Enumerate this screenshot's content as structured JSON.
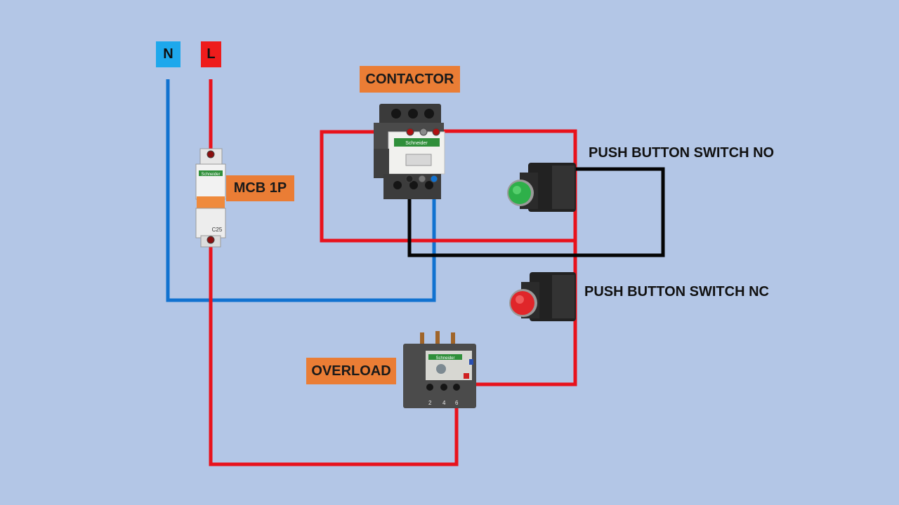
{
  "supply": {
    "neutral": "N",
    "line": "L"
  },
  "labels": {
    "mcb": "MCB 1P",
    "contactor": "CONTACTOR",
    "overload": "OVERLOAD",
    "push_no": "PUSH BUTTON SWITCH NO",
    "push_nc": "PUSH BUTTON SWITCH NC"
  },
  "device_markings": {
    "mcb_brand": "Schneider",
    "mcb_rating": "C25",
    "contactor_brand": "Schneider",
    "overload_brand": "Schneider",
    "overload_terminals": [
      "2",
      "4",
      "6"
    ]
  },
  "colors": {
    "background": "#b3c6e6",
    "live_wire": "#e8121c",
    "neutral_wire": "#1172d0",
    "control_wire": "#050505",
    "label_bg": "#ea7d35",
    "neutral_tag": "#1ea8ec",
    "line_tag": "#ee1c1c",
    "start_button": "#2eb04a",
    "stop_button": "#e0262a"
  }
}
